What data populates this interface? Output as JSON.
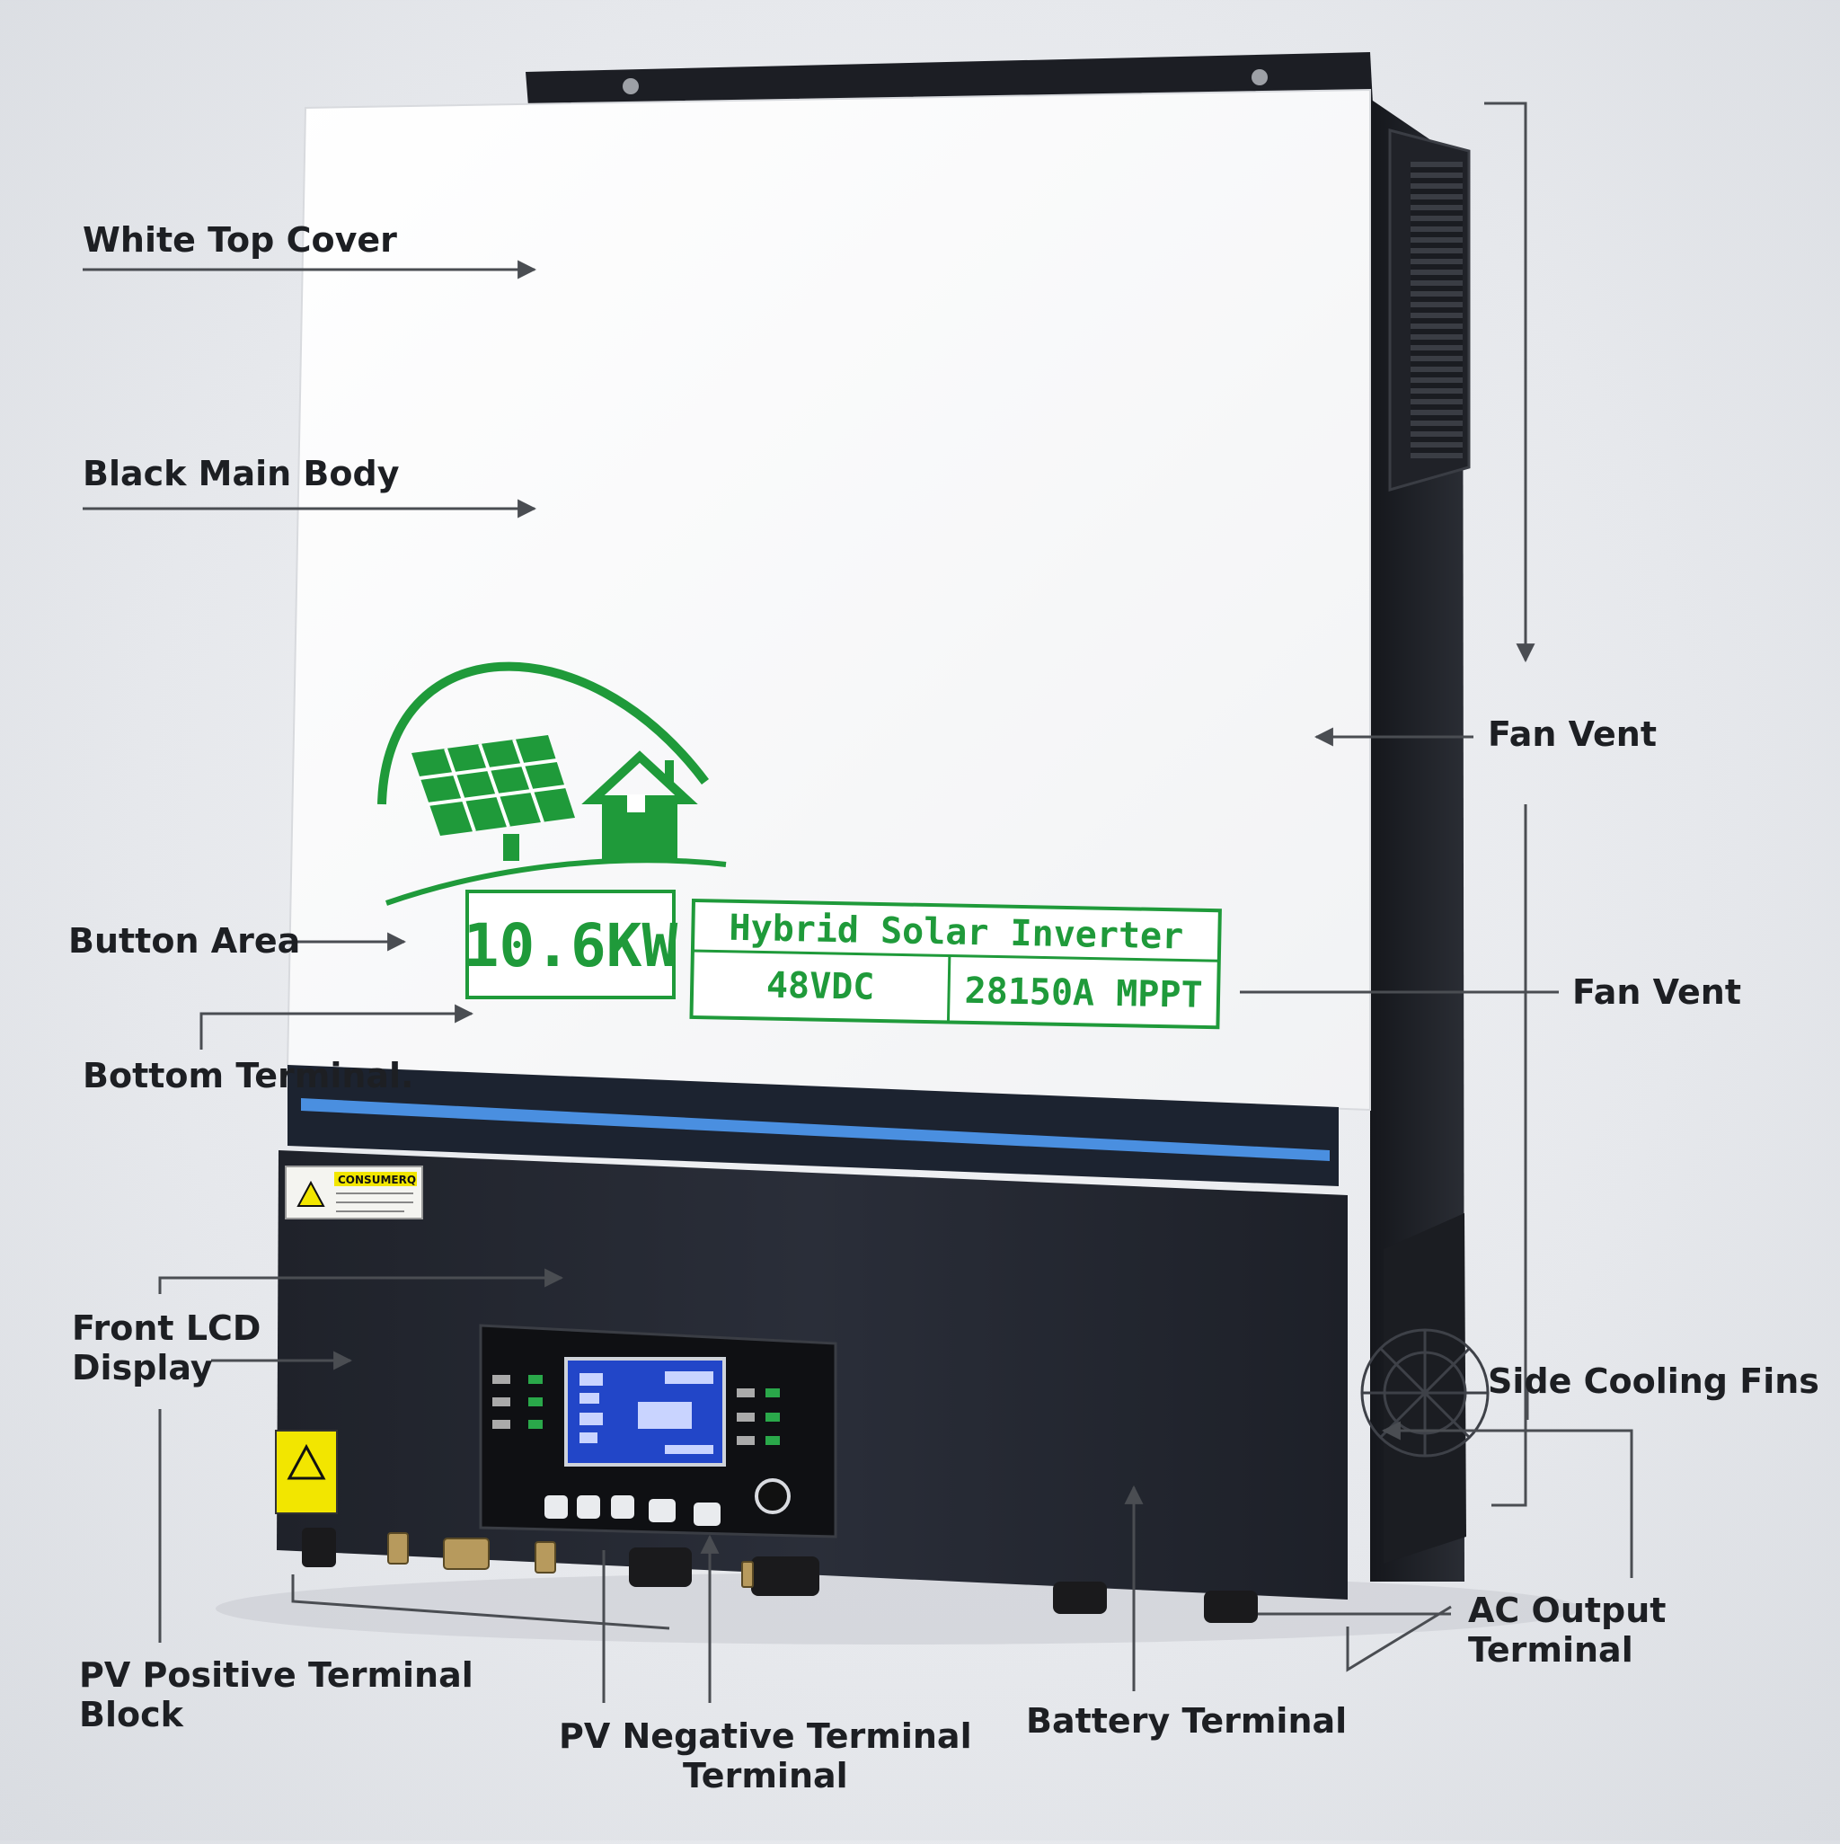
{
  "product": {
    "power_rating": "10.6KW",
    "product_name": "Hybrid Solar Inverter",
    "voltage": "48VDC",
    "mppt": "28150A MPPT",
    "warning_label_title": "CONSUMERQ"
  },
  "labels": {
    "white_top_cover": "White Top Cover",
    "black_main_body": "Black Main Body",
    "button_area": "Button Area",
    "bottom_terminal": "Bottom Terminal.",
    "front_lcd_display": "Front LCD\nDisplay",
    "pv_positive_terminal_block": "PV Positive Terminal\nBlock",
    "pv_negative_terminal": "PV Negative Terminal\nTerminal",
    "battery_terminal": "Battery Terminal",
    "fan_vent_upper": "Fan Vent",
    "fan_vent_lower": "Fan Vent",
    "side_cooling_fins": "Side Cooling Fins",
    "ac_output_terminal": "AC Output Terminal"
  },
  "colors": {
    "brand_green": "#1f9a3a",
    "accent_blue": "#4a8fe0",
    "body_dark": "#23262f",
    "cover_white": "#fdfdfd",
    "lcd_blue": "#2246c8",
    "warning_yellow": "#f2e600"
  }
}
